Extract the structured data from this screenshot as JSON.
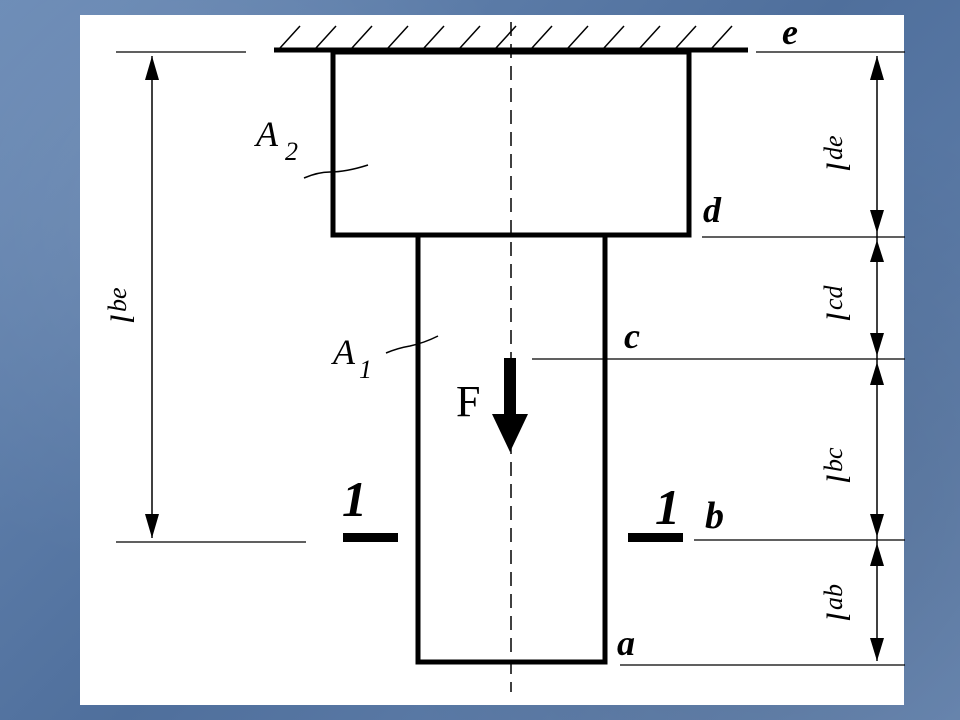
{
  "diagram": {
    "points": {
      "a": "a",
      "b": "b",
      "c": "c",
      "d": "d",
      "e": "e"
    },
    "areas": {
      "a1": {
        "symbol": "A",
        "sub": "1"
      },
      "a2": {
        "symbol": "A",
        "sub": "2"
      }
    },
    "force": "F",
    "section": {
      "left": "1",
      "right": "1"
    },
    "lengths": {
      "lbe": {
        "symbol": "l",
        "sub": "be"
      },
      "lde": {
        "symbol": "l",
        "sub": "de"
      },
      "lcd": {
        "symbol": "l",
        "sub": "cd"
      },
      "lbc": {
        "symbol": "l",
        "sub": "bc"
      },
      "lab": {
        "symbol": "l",
        "sub": "ab"
      }
    }
  }
}
